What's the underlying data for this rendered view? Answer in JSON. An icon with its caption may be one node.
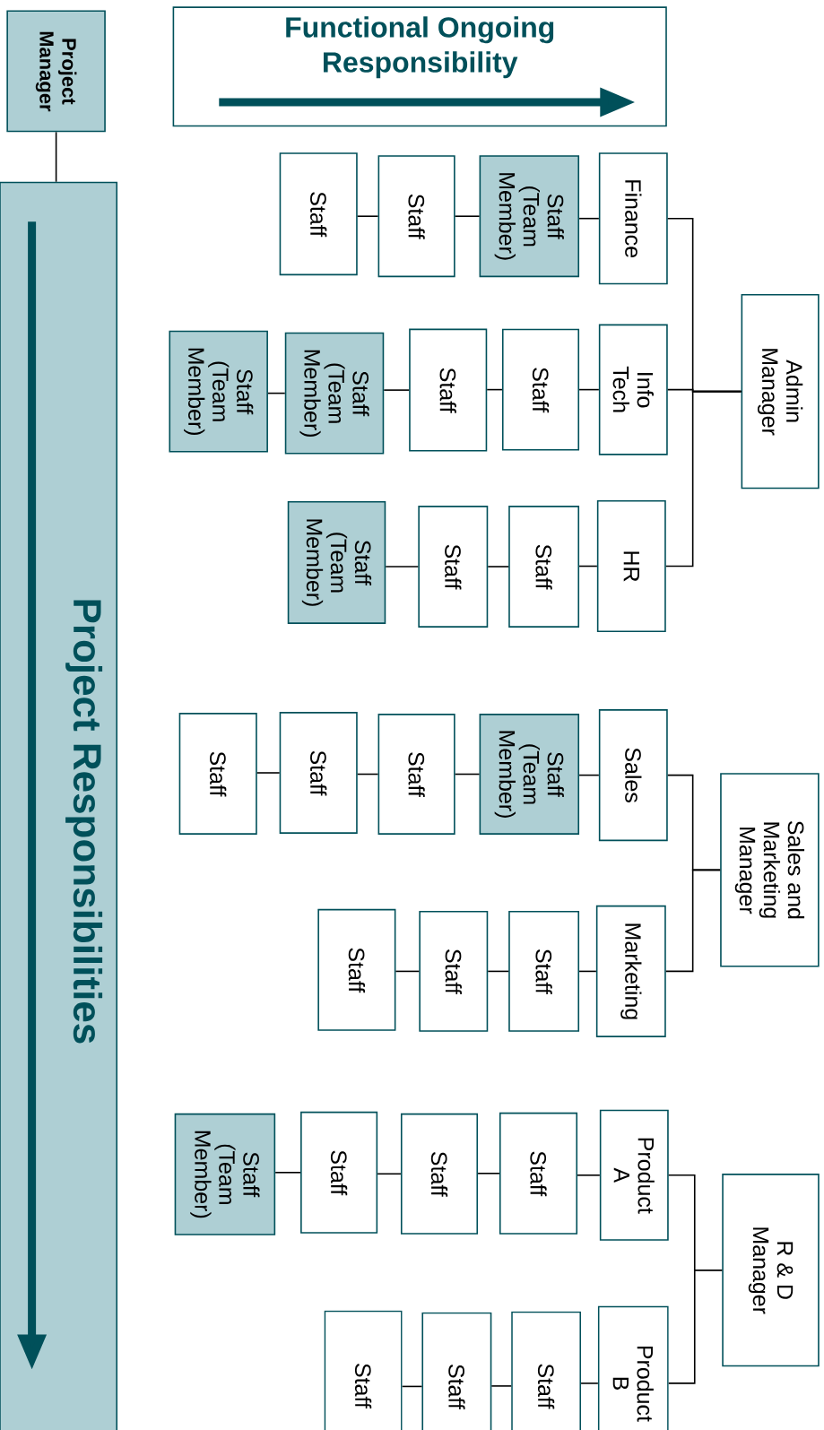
{
  "diagram": {
    "nodes": [
      {
        "text": [
          "Project Manager"
        ]
      },
      {
        "text": [
          "Functional Ongoing Responsibility"
        ]
      },
      {
        "text": [
          "Project Responsibilities"
        ]
      },
      {
        "text": [
          "Admin Manager"
        ]
      },
      {
        "text": [
          "Finance"
        ]
      },
      {
        "text": [
          "Staff (Team Member)"
        ]
      },
      {
        "text": [
          "Staff"
        ]
      },
      {
        "text": [
          "Staff"
        ]
      },
      {
        "text": [
          "Info Tech"
        ]
      },
      {
        "text": [
          "Staff"
        ]
      },
      {
        "text": [
          "Staff"
        ]
      },
      {
        "text": [
          "Staff (Team Member)"
        ]
      },
      {
        "text": [
          "Staff (Team Member)"
        ]
      },
      {
        "text": [
          "HR"
        ]
      },
      {
        "text": [
          "Staff"
        ]
      },
      {
        "text": [
          "Staff"
        ]
      },
      {
        "text": [
          "Staff (Team Member)"
        ]
      },
      {
        "text": [
          "Sales and Marketing Manager"
        ]
      },
      {
        "text": [
          "Sales"
        ]
      },
      {
        "text": [
          "Staff (Team Member)"
        ]
      },
      {
        "text": [
          "Staff"
        ]
      },
      {
        "text": [
          "Staff"
        ]
      },
      {
        "text": [
          "Staff"
        ]
      },
      {
        "text": [
          "Marketing"
        ]
      },
      {
        "text": [
          "Staff"
        ]
      },
      {
        "text": [
          "Staff"
        ]
      },
      {
        "text": [
          "Staff"
        ]
      },
      {
        "text": [
          "R & D Manager"
        ]
      },
      {
        "text": [
          "Product A"
        ]
      },
      {
        "text": [
          "Staff"
        ]
      },
      {
        "text": [
          "Staff"
        ]
      },
      {
        "text": [
          "Staff"
        ]
      },
      {
        "text": [
          "Staff (Team Member)"
        ]
      },
      {
        "text": [
          "Product B"
        ]
      },
      {
        "text": [
          "Staff"
        ]
      },
      {
        "text": [
          "Staff"
        ]
      },
      {
        "text": [
          "Staff"
        ]
      }
    ],
    "edges": [
      {
        "from": 0,
        "to": 2,
        "arrow": "none"
      },
      {
        "from": 3,
        "to": 4,
        "arrow": "none"
      },
      {
        "from": 3,
        "to": 8,
        "arrow": "none"
      },
      {
        "from": 3,
        "to": 13,
        "arrow": "none"
      },
      {
        "from": 4,
        "to": 5,
        "arrow": "none"
      },
      {
        "from": 5,
        "to": 6,
        "arrow": "none"
      },
      {
        "from": 6,
        "to": 7,
        "arrow": "none"
      },
      {
        "from": 8,
        "to": 9,
        "arrow": "none"
      },
      {
        "from": 9,
        "to": 10,
        "arrow": "none"
      },
      {
        "from": 10,
        "to": 11,
        "arrow": "none"
      },
      {
        "from": 11,
        "to": 12,
        "arrow": "none"
      },
      {
        "from": 13,
        "to": 14,
        "arrow": "none"
      },
      {
        "from": 14,
        "to": 15,
        "arrow": "none"
      },
      {
        "from": 15,
        "to": 16,
        "arrow": "none"
      },
      {
        "from": 17,
        "to": 18,
        "arrow": "none"
      },
      {
        "from": 17,
        "to": 23,
        "arrow": "none"
      },
      {
        "from": 18,
        "to": 19,
        "arrow": "none"
      },
      {
        "from": 19,
        "to": 20,
        "arrow": "none"
      },
      {
        "from": 20,
        "to": 21,
        "arrow": "none"
      },
      {
        "from": 21,
        "to": 22,
        "arrow": "none"
      },
      {
        "from": 23,
        "to": 24,
        "arrow": "none"
      },
      {
        "from": 24,
        "to": 25,
        "arrow": "none"
      },
      {
        "from": 25,
        "to": 26,
        "arrow": "none"
      },
      {
        "from": 27,
        "to": 28,
        "arrow": "none"
      },
      {
        "from": 27,
        "to": 33,
        "arrow": "none"
      },
      {
        "from": 28,
        "to": 29,
        "arrow": "none"
      },
      {
        "from": 29,
        "to": 30,
        "arrow": "none"
      },
      {
        "from": 30,
        "to": 31,
        "arrow": "none"
      },
      {
        "from": 31,
        "to": 32,
        "arrow": "none"
      },
      {
        "from": 33,
        "to": 34,
        "arrow": "none"
      },
      {
        "from": 34,
        "to": 35,
        "arrow": "none"
      },
      {
        "from": 35,
        "to": 36,
        "arrow": "none"
      }
    ]
  }
}
